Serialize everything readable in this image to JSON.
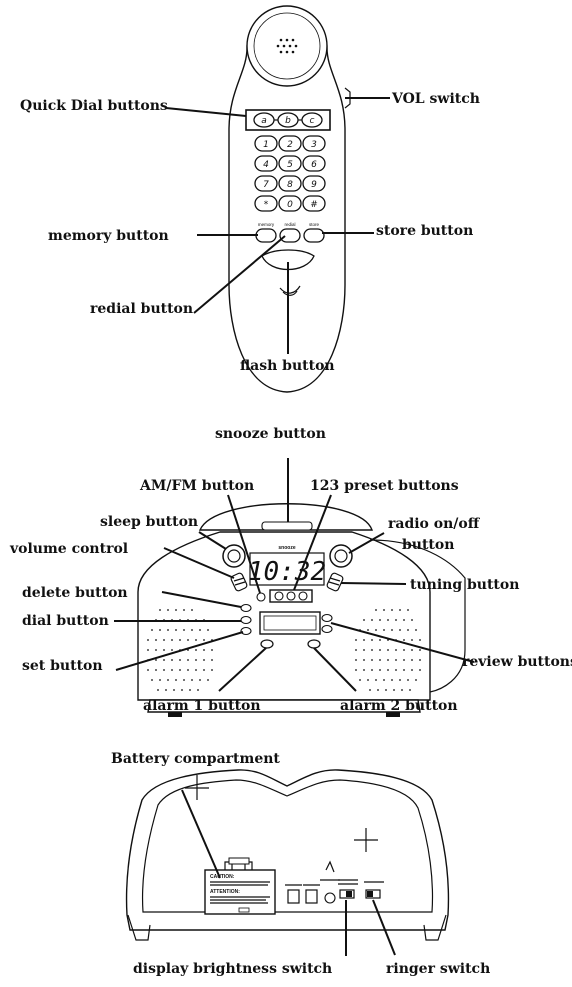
{
  "labels": {
    "quick_dial": "Quick Dial buttons",
    "vol_switch": "VOL switch",
    "memory": "memory button",
    "store": "store button",
    "redial": "redial button",
    "flash": "flash button",
    "snooze": "snooze button",
    "amfm": "AM/FM button",
    "preset": "123 preset buttons",
    "sleep": "sleep button",
    "radio_1": "radio on/off",
    "radio_2": "button",
    "volume": "volume control",
    "tuning": "tuning button",
    "delete": "delete button",
    "dial": "dial button",
    "review": "review buttons",
    "set": "set button",
    "alarm1": "alarm 1 button",
    "alarm2": "alarm 2 button",
    "battery": "Battery compartment",
    "brightness": "display brightness switch",
    "ringer": "ringer switch"
  },
  "handset": {
    "keys": [
      "1",
      "2",
      "3",
      "4",
      "5",
      "6",
      "7",
      "8",
      "9",
      "*",
      "0",
      "#"
    ],
    "quick": [
      "a",
      "b",
      "c"
    ],
    "small": [
      "memory",
      "redial",
      "store"
    ]
  },
  "clock": {
    "time": "10:32",
    "snooze": "snooze"
  },
  "base": {
    "caution_title": "CAUTION:",
    "attention_title": "ATTENTION:"
  }
}
